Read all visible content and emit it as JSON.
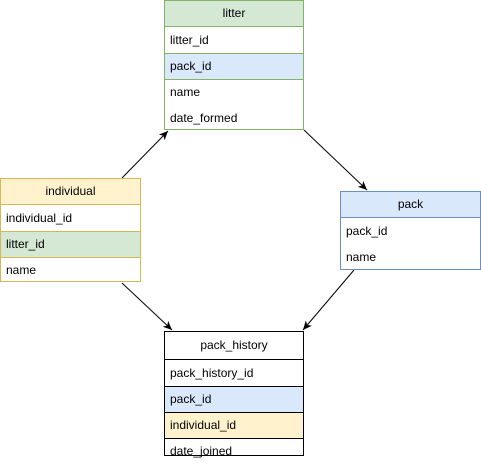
{
  "diagram": {
    "tables": {
      "litter": {
        "title": "litter",
        "header_color": "#d5e8d4",
        "border_color": "#82b366",
        "fields": [
          {
            "name": "litter_id",
            "fill": "#ffffff"
          },
          {
            "name": "pack_id",
            "fill": "#dae8fc"
          },
          {
            "name": "name",
            "fill": "#ffffff"
          },
          {
            "name": "date_formed",
            "fill": "#ffffff"
          }
        ]
      },
      "individual": {
        "title": "individual",
        "header_color": "#fff2cc",
        "border_color": "#d6b656",
        "fields": [
          {
            "name": "individual_id",
            "fill": "#ffffff"
          },
          {
            "name": "litter_id",
            "fill": "#d5e8d4"
          },
          {
            "name": "name",
            "fill": "#ffffff"
          }
        ]
      },
      "pack": {
        "title": "pack",
        "header_color": "#dae8fc",
        "border_color": "#6c8ebf",
        "fields": [
          {
            "name": "pack_id",
            "fill": "#ffffff"
          },
          {
            "name": "name",
            "fill": "#ffffff"
          }
        ]
      },
      "pack_history": {
        "title": "pack_history",
        "header_color": "#ffffff",
        "border_color": "#000000",
        "fields": [
          {
            "name": "pack_history_id",
            "fill": "#ffffff"
          },
          {
            "name": "pack_id",
            "fill": "#dae8fc"
          },
          {
            "name": "individual_id",
            "fill": "#fff2cc"
          },
          {
            "name": "date_joined",
            "fill": "#ffffff"
          }
        ]
      }
    },
    "edges": [
      {
        "from": "individual",
        "to": "litter"
      },
      {
        "from": "litter",
        "to": "pack"
      },
      {
        "from": "individual",
        "to": "pack_history"
      },
      {
        "from": "pack",
        "to": "pack_history"
      }
    ],
    "edge_color": "#000000"
  }
}
